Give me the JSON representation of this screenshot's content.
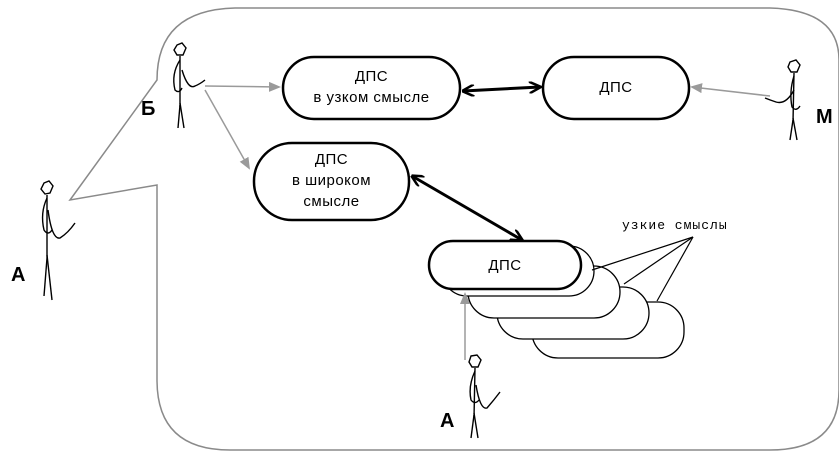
{
  "actors": {
    "a_left": "А",
    "b": "Б",
    "m": "М",
    "a_bottom": "А"
  },
  "nodes": {
    "dps_narrow": {
      "line1": "ДПС",
      "line2": "в узком смысле"
    },
    "dps_top_right": {
      "line1": "ДПС"
    },
    "dps_wide": {
      "line1": "ДПС",
      "line2": "в широком",
      "line3": "смысле"
    },
    "dps_stack_front": {
      "line1": "ДПС"
    }
  },
  "annotations": {
    "narrow_meanings": "узкие смыслы"
  },
  "colors": {
    "stroke": "#000000",
    "gray_arrow": "#9a9a9a",
    "bubble_outline": "#8a8a8a",
    "background": "#ffffff"
  }
}
